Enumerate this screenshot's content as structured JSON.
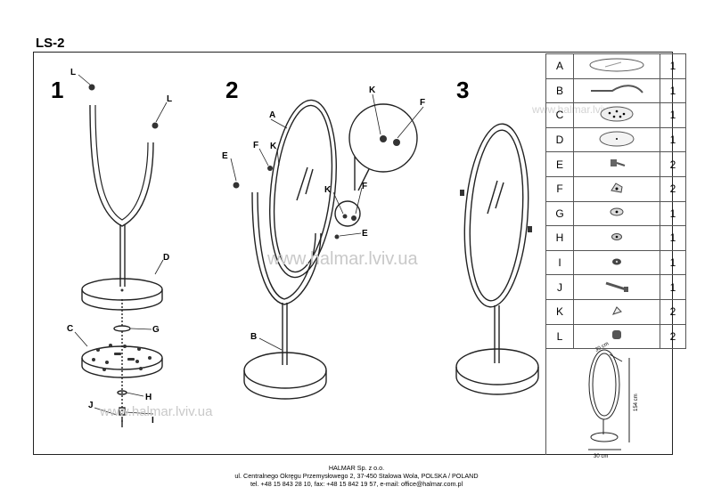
{
  "model": "LS-2",
  "steps": [
    "1",
    "2",
    "3"
  ],
  "callouts": {
    "s1": [
      "L",
      "L",
      "D",
      "C",
      "G",
      "H",
      "J",
      "I"
    ],
    "s2": [
      "K",
      "F",
      "A",
      "F",
      "K",
      "E",
      "K",
      "F",
      "E",
      "B"
    ]
  },
  "watermarks": {
    "center": "www.halmar.lviv.ua",
    "bottom_left": "www.halmar.lviv.ua",
    "table": "www.halmar.lviv.ua"
  },
  "parts": [
    {
      "letter": "A",
      "qty": "1",
      "icon": "mirror-glass-icon"
    },
    {
      "letter": "B",
      "qty": "1",
      "icon": "u-frame-icon"
    },
    {
      "letter": "C",
      "qty": "1",
      "icon": "perforated-base-plate-icon"
    },
    {
      "letter": "D",
      "qty": "1",
      "icon": "base-cover-disc-icon"
    },
    {
      "letter": "E",
      "qty": "2",
      "icon": "screw-icon"
    },
    {
      "letter": "F",
      "qty": "2",
      "icon": "bracket-icon"
    },
    {
      "letter": "G",
      "qty": "1",
      "icon": "washer-icon"
    },
    {
      "letter": "H",
      "qty": "1",
      "icon": "small-washer-icon"
    },
    {
      "letter": "I",
      "qty": "1",
      "icon": "nut-icon"
    },
    {
      "letter": "J",
      "qty": "1",
      "icon": "bolt-icon"
    },
    {
      "letter": "K",
      "qty": "2",
      "icon": "spacer-icon"
    },
    {
      "letter": "L",
      "qty": "2",
      "icon": "end-cap-icon"
    }
  ],
  "dimensions": {
    "width": "30 cm",
    "depth": "30 cm",
    "height": "154 cm"
  },
  "footer": {
    "line1": "HALMAR Sp. z o.o.",
    "line2": "ul. Centralnego Okręgu Przemysłowego 2, 37-450 Stalowa Wola, POLSKA / POLAND",
    "line3": "tel. +48 15 843 28 10, fax: +48 15 842 19 57, e-mail: office@halmar.com.pl"
  }
}
